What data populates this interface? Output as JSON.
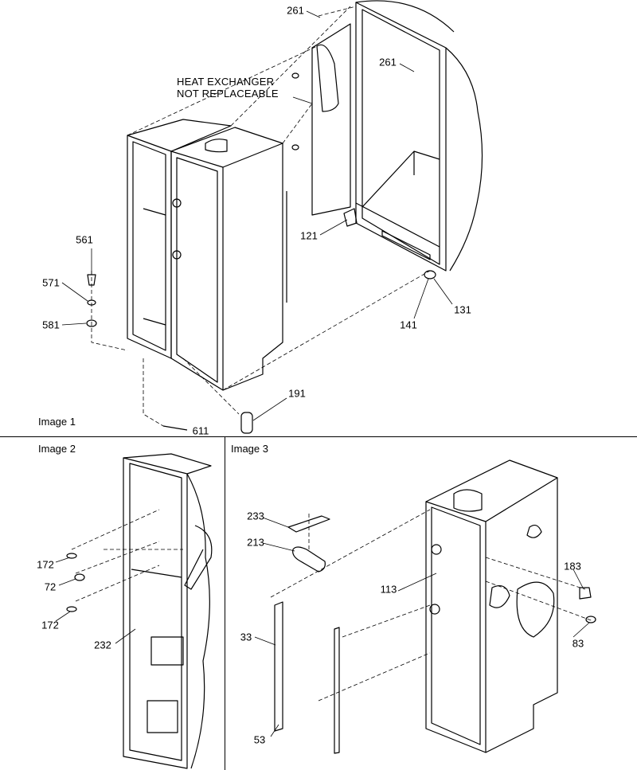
{
  "panels": [
    {
      "label": "Image 1"
    },
    {
      "label": "Image 2"
    },
    {
      "label": "Image 3"
    }
  ],
  "note": {
    "line1": "HEAT EXCHANGER",
    "line2": "NOT REPLACEABLE"
  },
  "callouts": [
    "261",
    "261",
    "121",
    "561",
    "571",
    "581",
    "141",
    "131",
    "191",
    "611",
    "172",
    "72",
    "172",
    "232",
    "233",
    "213",
    "113",
    "183",
    "83",
    "33",
    "53"
  ]
}
